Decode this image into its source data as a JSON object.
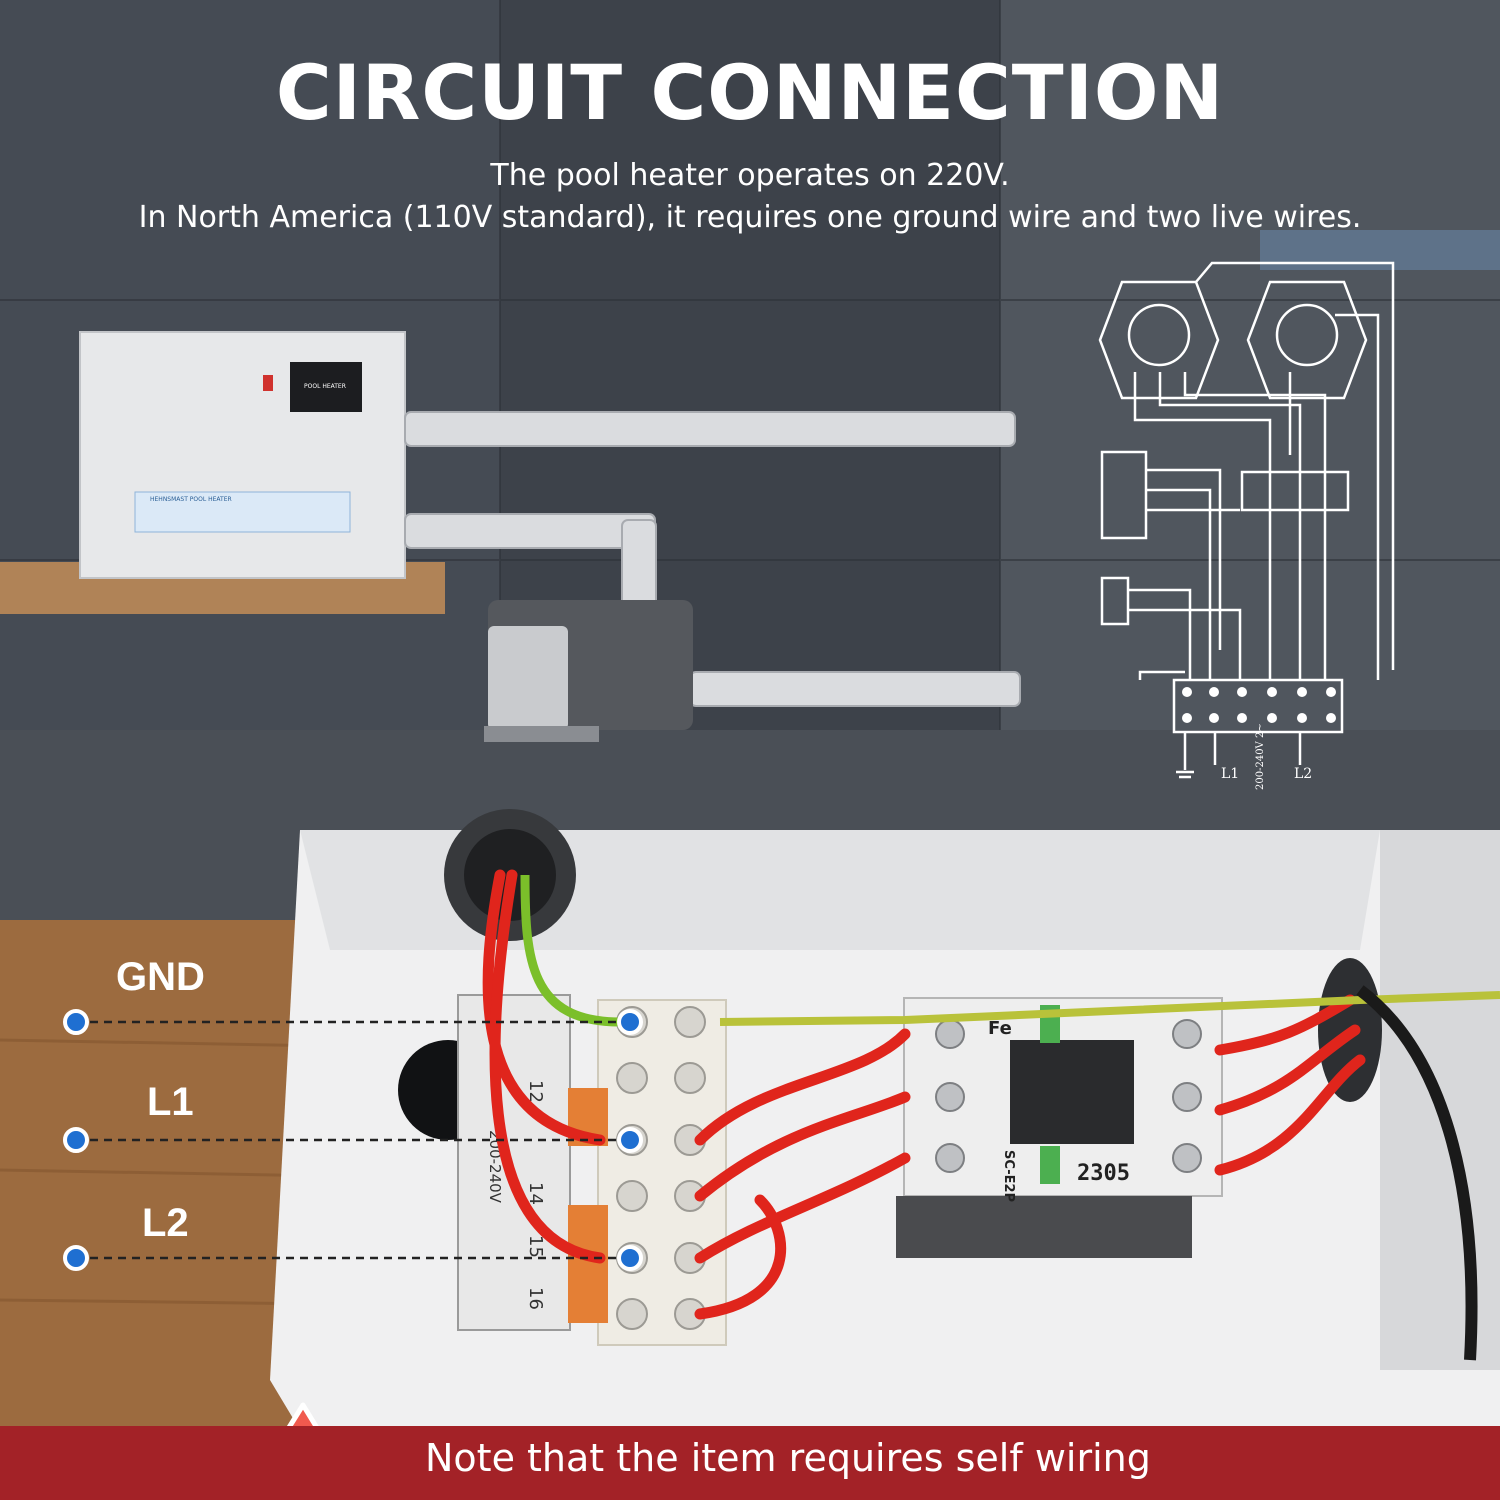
{
  "headline": "CIRCUIT CONNECTION",
  "subtitle_line1": "The pool heater operates on 220V.",
  "subtitle_line2": "In North America (110V standard), it requires one ground wire and two live wires.",
  "heater_display_label": "POOL HEATER",
  "heater_sticker_label": "HEHNSMAST POOL HEATER",
  "diagram_labels": {
    "l1": "L1",
    "l2": "L2",
    "voltage": "200-240V 2~"
  },
  "wire_labels": [
    "GND",
    "L1",
    "L2"
  ],
  "terminal_numbers": [
    "12",
    "14",
    "15",
    "16"
  ],
  "panel_voltage": "200-240V",
  "contactor": {
    "model": "SC-E2P",
    "number": "2305",
    "brand": "Fe"
  },
  "note": "Note that the item requires self wiring",
  "colors": {
    "wall": "#3c4148",
    "wire_red": "#e0251c",
    "ground_wire": "#7bbf2a",
    "marker_blue": "#1f6fd1",
    "note_bar": "#a32227",
    "wood": "#9c6b3f"
  }
}
